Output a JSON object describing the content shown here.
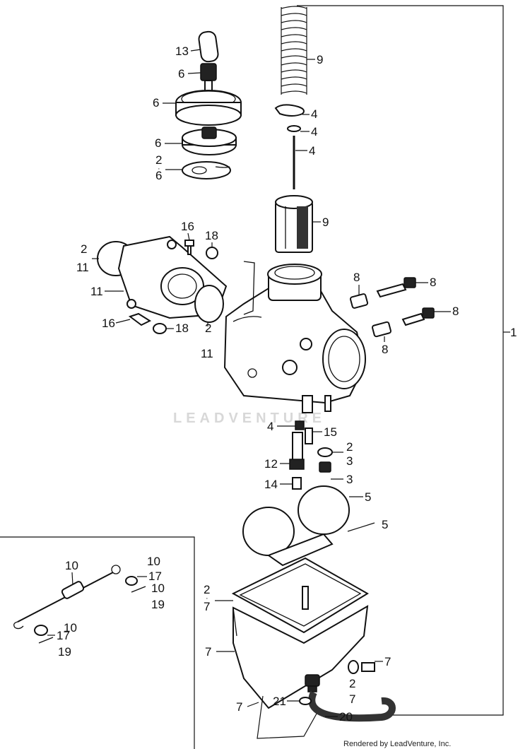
{
  "labels": {
    "l1": "1",
    "l2a": "2",
    "l2b": "2",
    "l2c": "2",
    "l2d": "2",
    "l2e": "2",
    "l2f": "2",
    "l3a": "3",
    "l3b": "3",
    "l4a": "4",
    "l4b": "4",
    "l4c": "4",
    "l4d": "4",
    "l5a": "5",
    "l5b": "5",
    "l6a": "6",
    "l6b": "6",
    "l6c": "6",
    "l6d": "6",
    "l7a": "7",
    "l7b": "7",
    "l7c": "7",
    "l7d": "7",
    "l7e": "7",
    "l8a": "8",
    "l8b": "8",
    "l8c": "8",
    "l8d": "8",
    "l9a": "9",
    "l9b": "9",
    "l10a": "10",
    "l10b": "10",
    "l10c": "10",
    "l10d": "10",
    "l11a": "11",
    "l11b": "11",
    "l11c": "11",
    "l12": "12",
    "l13": "13",
    "l14": "14",
    "l15": "15",
    "l16a": "16",
    "l16b": "16",
    "l17a": "17",
    "l17b": "17",
    "l18a": "18",
    "l18b": "18",
    "l19a": "19",
    "l19b": "19",
    "l20": "20",
    "l21": "21"
  },
  "watermark": "LEADVENTURE",
  "credit": "Rendered by LeadVenture, Inc."
}
